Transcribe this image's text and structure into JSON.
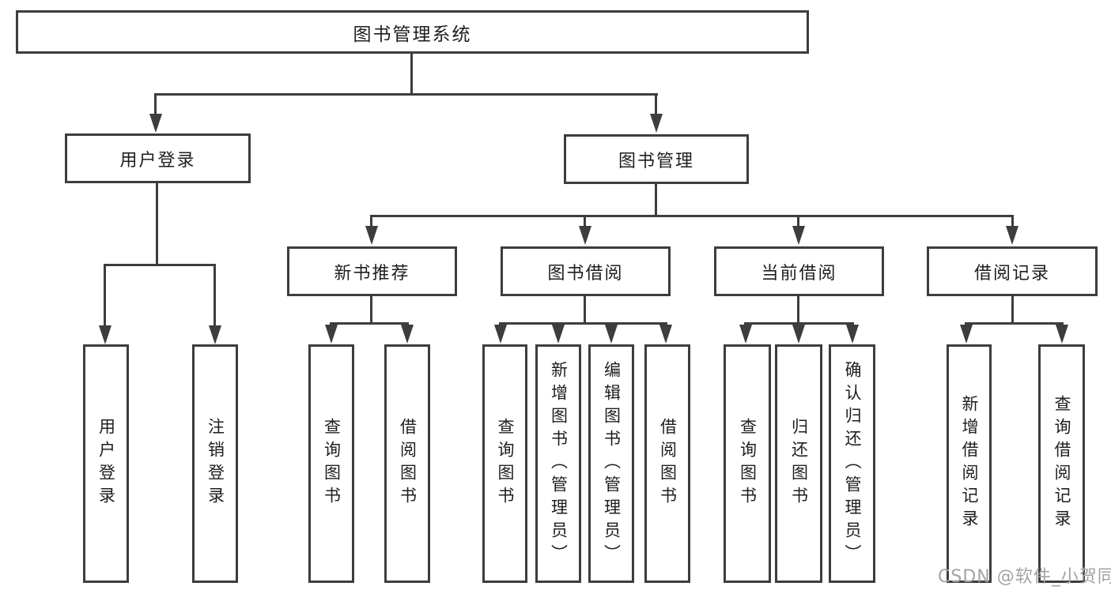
{
  "diagram": {
    "type": "hierarchy-chart",
    "title": "图书管理系统",
    "line_color": "#3d3d3d",
    "background_color": "#ffffff"
  },
  "tree": {
    "label": "图书管理系统",
    "children": [
      {
        "label": "用户登录",
        "children": [
          {
            "label": "用户登录"
          },
          {
            "label": "注销登录"
          }
        ]
      },
      {
        "label": "图书管理",
        "children": [
          {
            "label": "新书推荐",
            "children": [
              {
                "label": "查询图书"
              },
              {
                "label": "借阅图书"
              }
            ]
          },
          {
            "label": "图书借阅",
            "children": [
              {
                "label": "查询图书"
              },
              {
                "label": "新增图书（管理员）"
              },
              {
                "label": "编辑图书（管理员）"
              },
              {
                "label": "借阅图书"
              }
            ]
          },
          {
            "label": "当前借阅",
            "children": [
              {
                "label": "查询图书"
              },
              {
                "label": "归还图书"
              },
              {
                "label": "确认归还（管理员）"
              }
            ]
          },
          {
            "label": "借阅记录",
            "children": [
              {
                "label": "新增借阅记录"
              },
              {
                "label": "查询借阅记录"
              }
            ]
          }
        ]
      }
    ]
  },
  "watermark": {
    "text": "CSDN @软件_小贺同学"
  }
}
